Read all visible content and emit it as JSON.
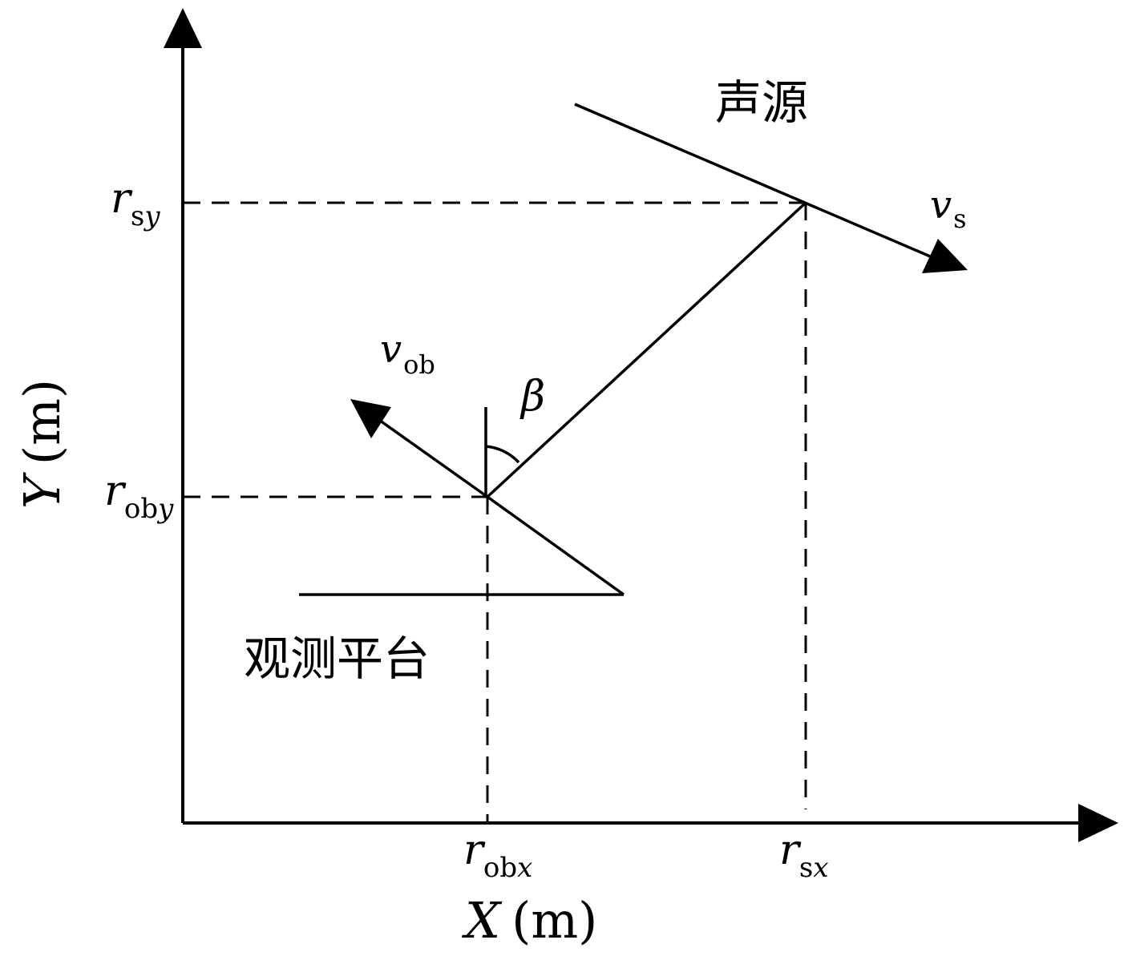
{
  "axes": {
    "x_label": {
      "var": "X",
      "unit": "(m)"
    },
    "y_label": {
      "var": "Y",
      "unit": "(m)"
    }
  },
  "tick_labels": {
    "r_obx": {
      "main": "r",
      "sub": "ob",
      "sub_italic": "x"
    },
    "r_sx": {
      "main": "r",
      "sub": "s",
      "sub_italic": "x"
    },
    "r_sy": {
      "main": "r",
      "sub": "s",
      "sub_italic": "y"
    },
    "r_oby": {
      "main": "r",
      "sub": "ob",
      "sub_italic": "y"
    }
  },
  "labels": {
    "source": "声源",
    "platform": "观测平台",
    "v_s": {
      "main": "v",
      "sub": "s"
    },
    "v_ob": {
      "main": "v",
      "sub": "ob"
    },
    "beta": "β"
  },
  "colors": {
    "stroke": "#000000",
    "background": "#ffffff"
  }
}
